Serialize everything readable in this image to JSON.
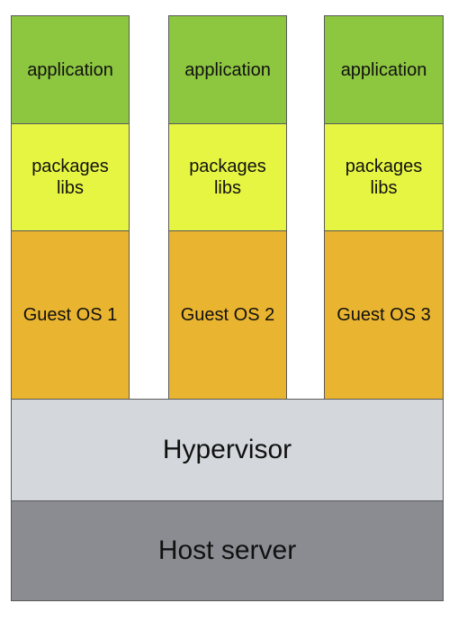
{
  "columns": [
    {
      "application": "application",
      "packages": "packages\nlibs",
      "guest_os": "Guest OS 1"
    },
    {
      "application": "application",
      "packages": "packages\nlibs",
      "guest_os": "Guest OS 2"
    },
    {
      "application": "application",
      "packages": "packages\nlibs",
      "guest_os": "Guest OS 3"
    }
  ],
  "hypervisor": "Hypervisor",
  "host_server": "Host server",
  "colors": {
    "application": "#8dc63f",
    "packages": "#e6f542",
    "guest_os": "#e9b42f",
    "hypervisor": "#d4d8dc",
    "host_server": "#8a8c92"
  }
}
